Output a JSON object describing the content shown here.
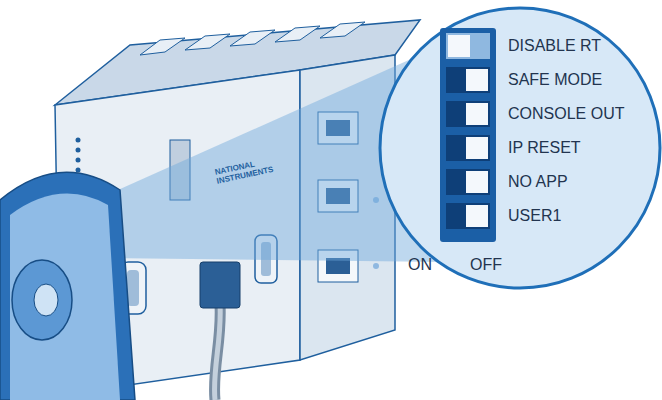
{
  "diagram": {
    "labels": [
      "NATIONAL INSTRUMENTS",
      "DISABLE RT",
      "SAFE MODE",
      "CONSOLE OUT",
      "IP RESET",
      "NO APP",
      "USER1",
      "ON",
      "OFF"
    ]
  }
}
